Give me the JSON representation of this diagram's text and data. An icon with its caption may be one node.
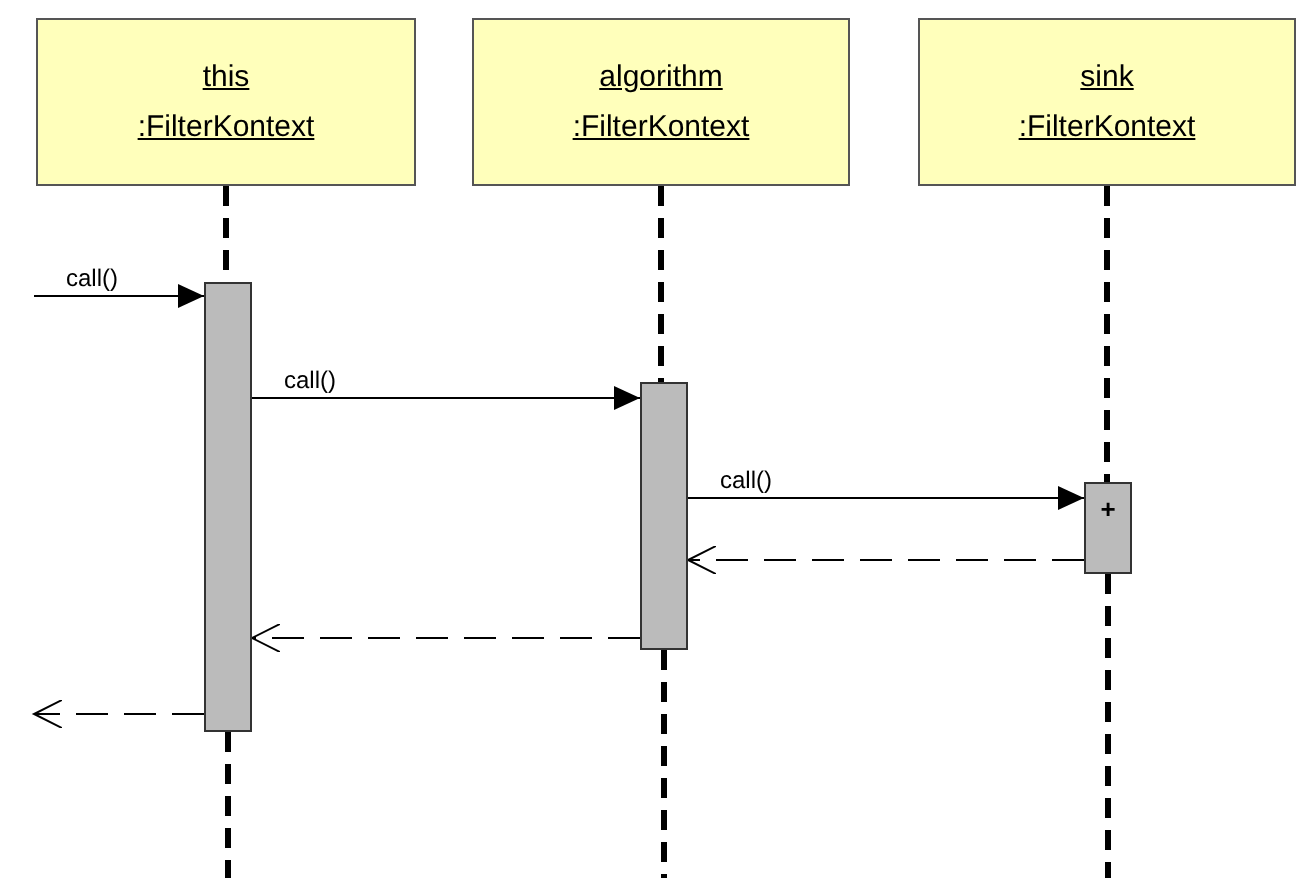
{
  "diagram": {
    "nodes": [
      {
        "text": [
          "this :FilterKontext"
        ]
      },
      {
        "text": [
          "algorithm :FilterKontext"
        ]
      },
      {
        "text": [
          "sink :FilterKontext"
        ]
      },
      {
        "text": [],
        "shape": "bar"
      },
      {
        "text": [],
        "shape": "bar"
      },
      {
        "text": [
          "+"
        ]
      }
    ],
    "edges": [
      {
        "from": null,
        "to": 3,
        "arrow": "to",
        "label": "call()"
      },
      {
        "from": 3,
        "to": 4,
        "arrow": "to",
        "label": "call()"
      },
      {
        "from": 4,
        "to": 5,
        "arrow": "to",
        "label": "call()"
      },
      {
        "from": 5,
        "to": 4,
        "arrow": "to",
        "style": "dashed"
      },
      {
        "from": 4,
        "to": 3,
        "arrow": "to",
        "style": "dashed"
      },
      {
        "from": 3,
        "to": null,
        "arrow": "to",
        "style": "dashed"
      },
      {
        "from": 0,
        "to": 3,
        "arrow": "none",
        "style": "dashed"
      },
      {
        "from": 1,
        "to": 4,
        "arrow": "none",
        "style": "dashed"
      },
      {
        "from": 2,
        "to": 5,
        "arrow": "none",
        "style": "dashed"
      }
    ]
  }
}
